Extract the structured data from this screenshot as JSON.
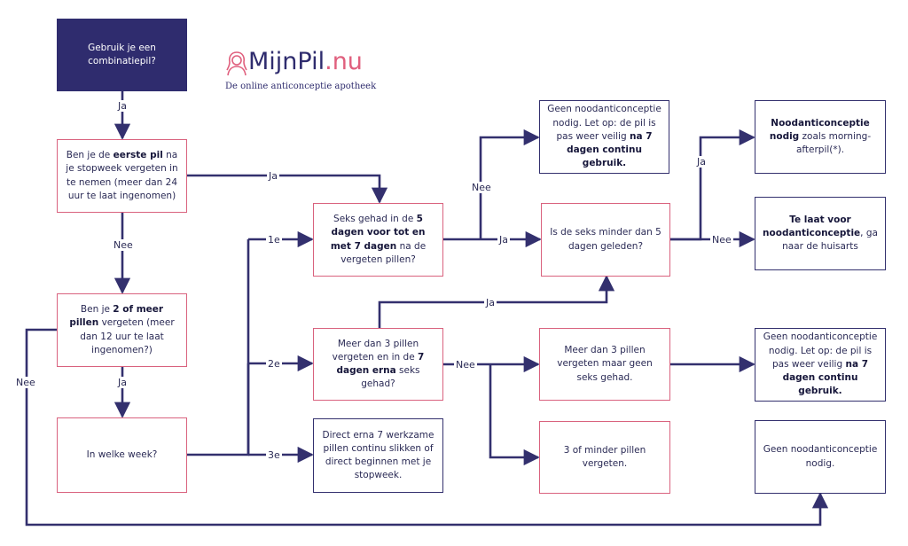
{
  "logo": {
    "brand_main": "MijnPil",
    "brand_domain": ".nu",
    "tagline": "De online anticonceptie apotheek"
  },
  "boxes": {
    "start": [
      "Gebruik je een combinatiepil?"
    ],
    "eerste_pil": [
      "Ben je de ",
      {
        "b": "eerste pil"
      },
      " na je stopweek vergeten in te nemen (meer dan 24 uur te laat ingenomen)"
    ],
    "twee_pillen": [
      "Ben je ",
      {
        "b": "2 of meer pillen"
      },
      " vergeten (meer dan 12 uur te laat ingenomen?)"
    ],
    "welke_week": [
      "In welke week?"
    ],
    "seks_5_dagen": [
      "Seks gehad in de ",
      {
        "b": "5 dagen voor tot en met 7 dagen"
      },
      " na de vergeten pillen?"
    ],
    "meer_dan_3_seks": [
      "Meer dan 3 pillen vergeten en in de ",
      {
        "b": "7 dagen erna"
      },
      " seks gehad?"
    ],
    "direct_erna": [
      "Direct erna 7 werkzame pillen continu slikken of direct beginnen met je stopweek."
    ],
    "geen_nood_boven": [
      "Geen noodanticonceptie nodig. Let op: de pil is pas weer veilig ",
      {
        "b": "na 7 dagen continu gebruik."
      }
    ],
    "minder_dan_5": [
      "Is de seks minder dan 5 dagen geleden?"
    ],
    "meer_dan_3_geen_seks": [
      "Meer dan 3 pillen vergeten maar geen seks gehad."
    ],
    "drie_of_minder": [
      "3 of minder pillen vergeten."
    ],
    "nood_nodig": [
      {
        "b": "Noodanticonceptie nodig"
      },
      " zoals morning-afterpil(*)."
    ],
    "te_laat": [
      {
        "b": "Te laat voor noodanticonceptie"
      },
      ", ga naar de huisarts"
    ],
    "geen_nood_rechts": [
      "Geen noodanticonceptie nodig. Let op: de pil is pas weer veilig ",
      {
        "b": "na 7 dagen continu gebruik."
      }
    ],
    "geen_nood_onder": [
      "Geen noodanticonceptie nodig."
    ]
  },
  "labels": {
    "ja_start": "Ja",
    "ja_eerste": "Ja",
    "nee_eerste": "Nee",
    "ja_twee": "Ja",
    "nee_twee": "Nee",
    "week_1e": "1e",
    "week_2e": "2e",
    "week_3e": "3e",
    "nee_seks5": "Nee",
    "ja_seks5": "Ja",
    "ja_meer3": "Ja",
    "nee_meer3": "Nee",
    "ja_minder5": "Ja",
    "nee_minder5": "Nee"
  },
  "colors": {
    "navy": "#2f2c6e",
    "pink_border": "#d9627e",
    "line": "#33306e"
  }
}
